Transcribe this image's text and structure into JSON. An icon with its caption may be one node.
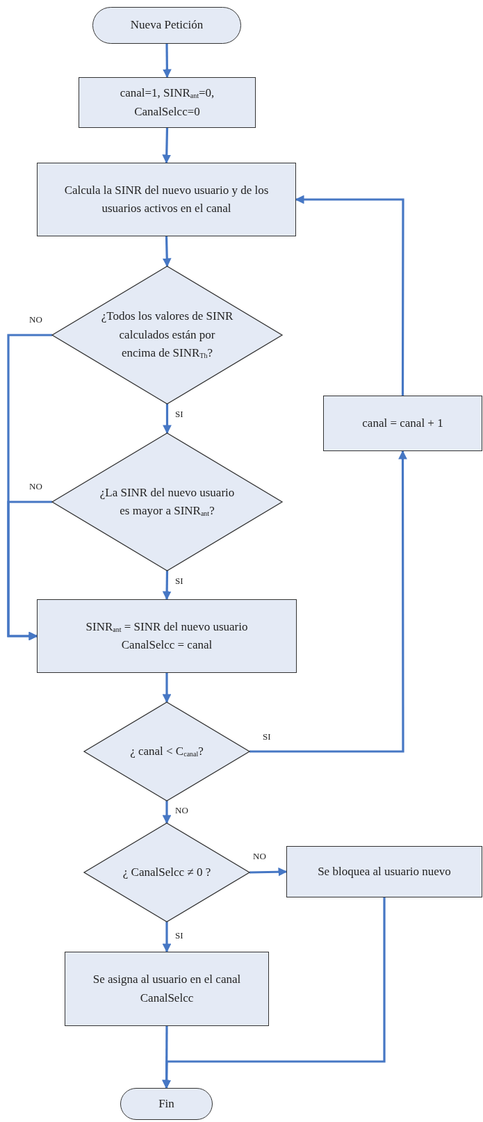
{
  "diagram": {
    "nodes": [
      {
        "text": [
          "Nueva Petición"
        ]
      },
      {
        "text": [
          "canal=1, SINR$_{ant}$=0, CanalSelcc=0"
        ]
      },
      {
        "text": [
          "Calcula la SINR del nuevo usuario y de los usuarios activos en el canal"
        ]
      },
      {
        "text": [
          "¿Todos los valores de SINR calculados están por encima de SINR$_{Th}$?"
        ]
      },
      {
        "text": [
          "¿La SINR del nuevo usuario es mayor a SINR$_{ant}$?"
        ]
      },
      {
        "text": [
          "SINR$_{ant}$ = SINR del nuevo usuario",
          "CanalSelcc = canal"
        ]
      },
      {
        "text": [
          "¿ canal < C$_{canal}$?"
        ]
      },
      {
        "text": [
          "canal = canal + 1"
        ]
      },
      {
        "text": [
          "¿ CanalSelcc ≠ 0 ?"
        ]
      },
      {
        "text": [
          "Se bloquea al usuario nuevo"
        ]
      },
      {
        "text": [
          "Se asigna al usuario en el canal CanalSelcc"
        ]
      },
      {
        "text": [
          "Fin"
        ]
      }
    ],
    "edges": [
      {
        "from": 0,
        "to": 1,
        "arrow": "to"
      },
      {
        "from": 1,
        "to": 2,
        "arrow": "to"
      },
      {
        "from": 2,
        "to": 3,
        "arrow": "to"
      },
      {
        "from": 3,
        "to": 4,
        "arrow": "to",
        "label": "SI"
      },
      {
        "from": 3,
        "to": 5,
        "arrow": "to",
        "label": "NO"
      },
      {
        "from": 4,
        "to": 5,
        "arrow": "to",
        "label": "SI"
      },
      {
        "from": 4,
        "to": 5,
        "arrow": "to",
        "label": "NO"
      },
      {
        "from": 5,
        "to": 6,
        "arrow": "to"
      },
      {
        "from": 6,
        "to": 7,
        "arrow": "to",
        "label": "SI"
      },
      {
        "from": 7,
        "to": 2,
        "arrow": "to"
      },
      {
        "from": 6,
        "to": 8,
        "arrow": "to",
        "label": "NO"
      },
      {
        "from": 8,
        "to": 9,
        "arrow": "to",
        "label": "NO"
      },
      {
        "from": 8,
        "to": 10,
        "arrow": "to",
        "label": "SI"
      },
      {
        "from": 10,
        "to": 11,
        "arrow": "to"
      },
      {
        "from": 9,
        "to": 11,
        "arrow": "to"
      }
    ]
  }
}
